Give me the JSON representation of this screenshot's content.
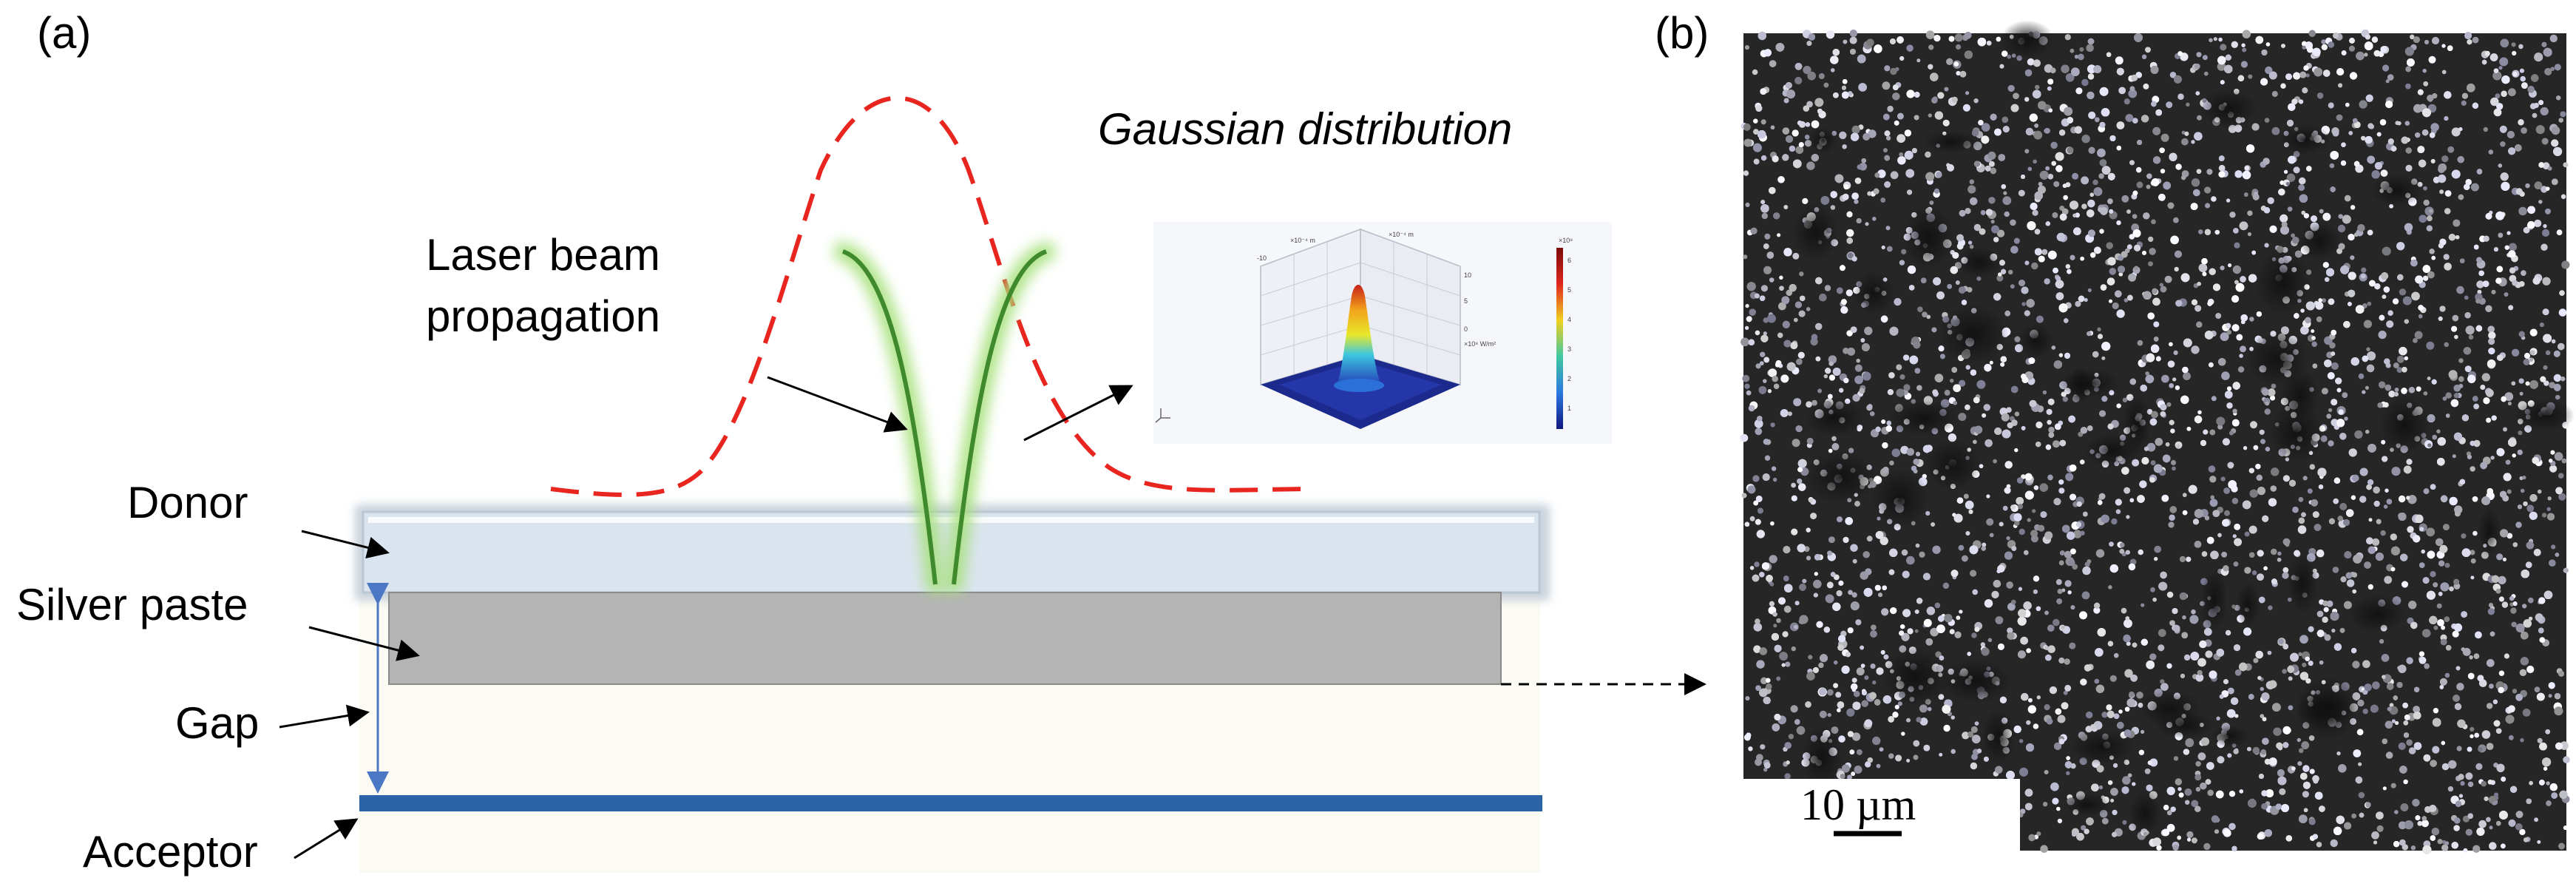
{
  "panels": {
    "a": {
      "label": "(a)"
    },
    "b": {
      "label": "(b)"
    }
  },
  "labels": {
    "gaussian": "Gaussian distribution",
    "laser_line1": "Laser beam",
    "laser_line2": "propagation",
    "donor": "Donor",
    "silver_paste": "Silver paste",
    "gap": "Gap",
    "acceptor": "Acceptor"
  },
  "scale_bar": {
    "label": "10 µm"
  },
  "colors": {
    "gaussian_curve": "#e8261f",
    "laser_beam": "#3f8a2c",
    "laser_glow": "#a6e07a",
    "donor": "#dae4ee",
    "silver_paste": "#b4b4b4",
    "gap_region": "#fcfbf3",
    "acceptor": "#2a64a6",
    "gap_arrow": "#4a78c4",
    "sem_background": "#262626"
  },
  "icons": {
    "inset": "gaussian-3d-plot-icon",
    "sem": "sem-micrograph-icon"
  }
}
